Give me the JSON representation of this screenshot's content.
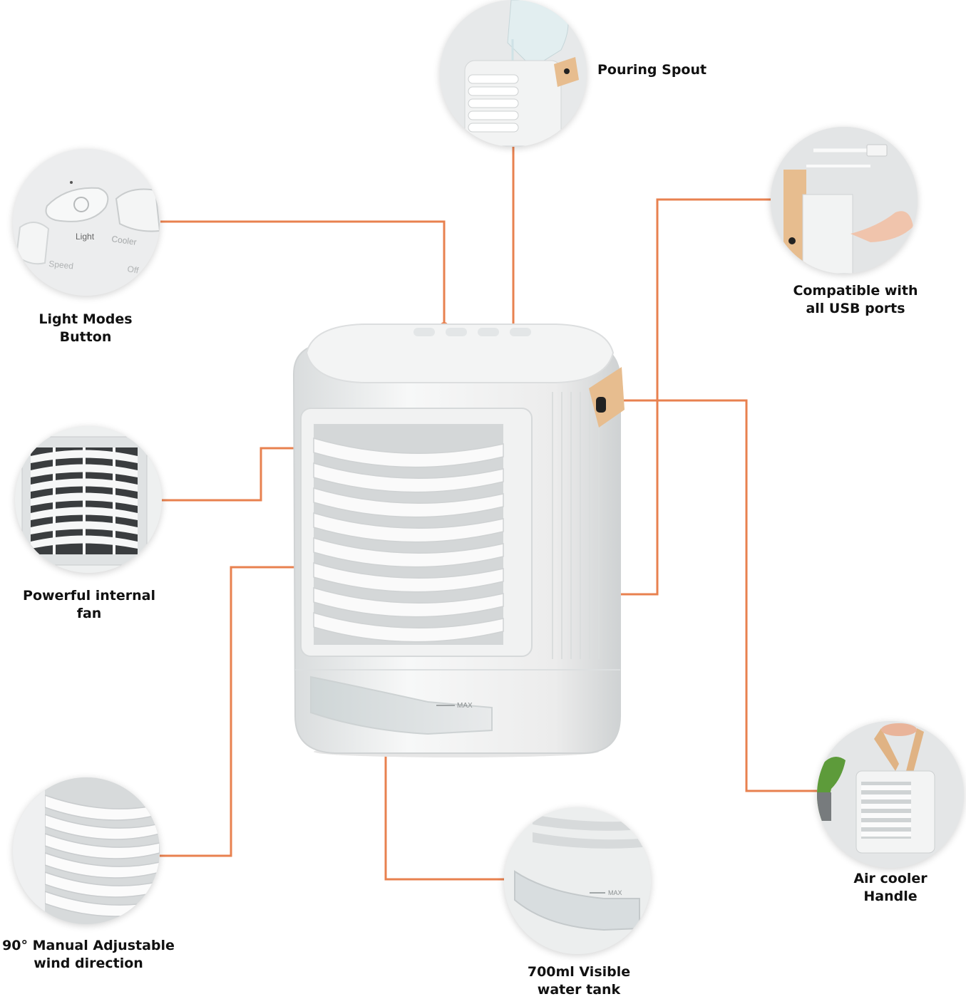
{
  "accent_color": "#e8814f",
  "features": [
    {
      "id": "pouring-spout",
      "lines": [
        "Pouring Spout"
      ]
    },
    {
      "id": "light-modes",
      "lines": [
        "Light Modes",
        "Button"
      ]
    },
    {
      "id": "usb",
      "lines": [
        "Compatible with",
        "all USB ports"
      ]
    },
    {
      "id": "fan",
      "lines": [
        "Powerful internal",
        "fan"
      ]
    },
    {
      "id": "wind",
      "lines": [
        "90° Manual Adjustable",
        "wind direction"
      ]
    },
    {
      "id": "tank",
      "lines": [
        "700ml Visible",
        "water tank"
      ]
    },
    {
      "id": "handle",
      "lines": [
        "Air cooler",
        "Handle"
      ]
    }
  ],
  "button_panel": {
    "light": "Light",
    "cooler": "Cooler",
    "speed": "Speed",
    "off": "Off"
  },
  "tank_marking": "MAX"
}
